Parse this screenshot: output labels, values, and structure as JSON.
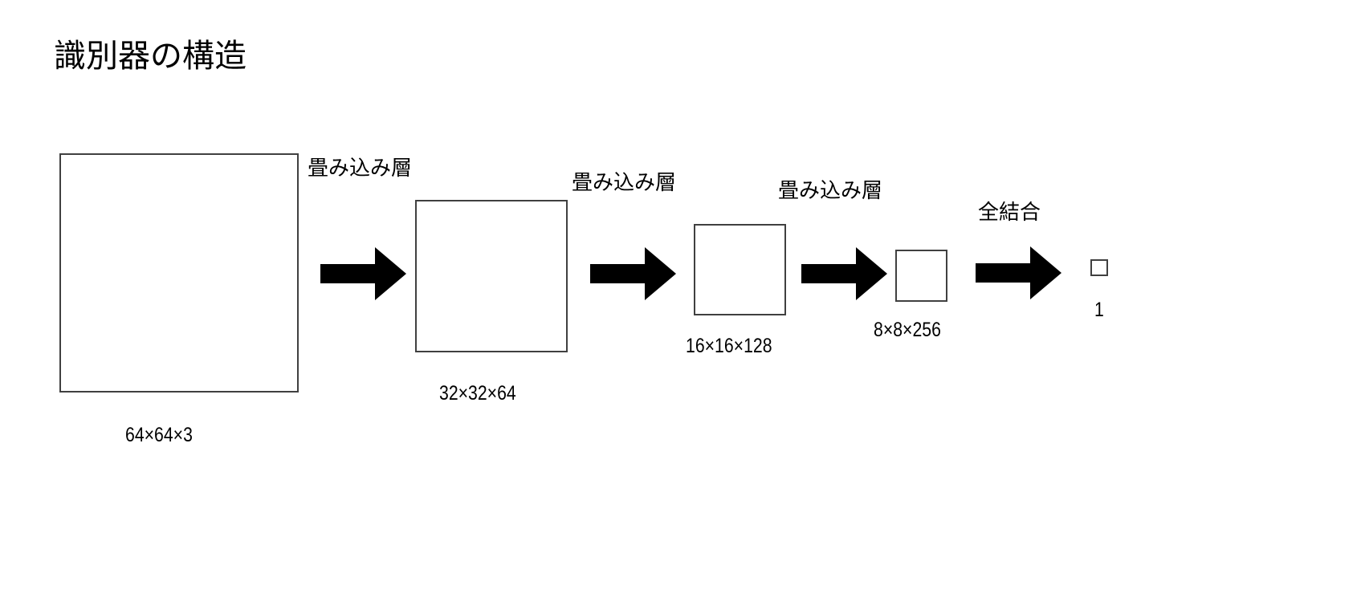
{
  "title": "識別器の構造",
  "layers": [
    {
      "dims": "64×64×3"
    },
    {
      "dims": "32×32×64"
    },
    {
      "dims": "16×16×128"
    },
    {
      "dims": "8×8×256"
    },
    {
      "dims": "1"
    }
  ],
  "operations": [
    {
      "label": "畳み込み層",
      "icon": "right-arrow-icon"
    },
    {
      "label": "畳み込み層",
      "icon": "right-arrow-icon"
    },
    {
      "label": "畳み込み層",
      "icon": "right-arrow-icon"
    },
    {
      "label": "全結合",
      "icon": "right-arrow-icon"
    }
  ],
  "colors": {
    "box_border": "#404040",
    "arrow": "#000000",
    "background": "#ffffff"
  }
}
